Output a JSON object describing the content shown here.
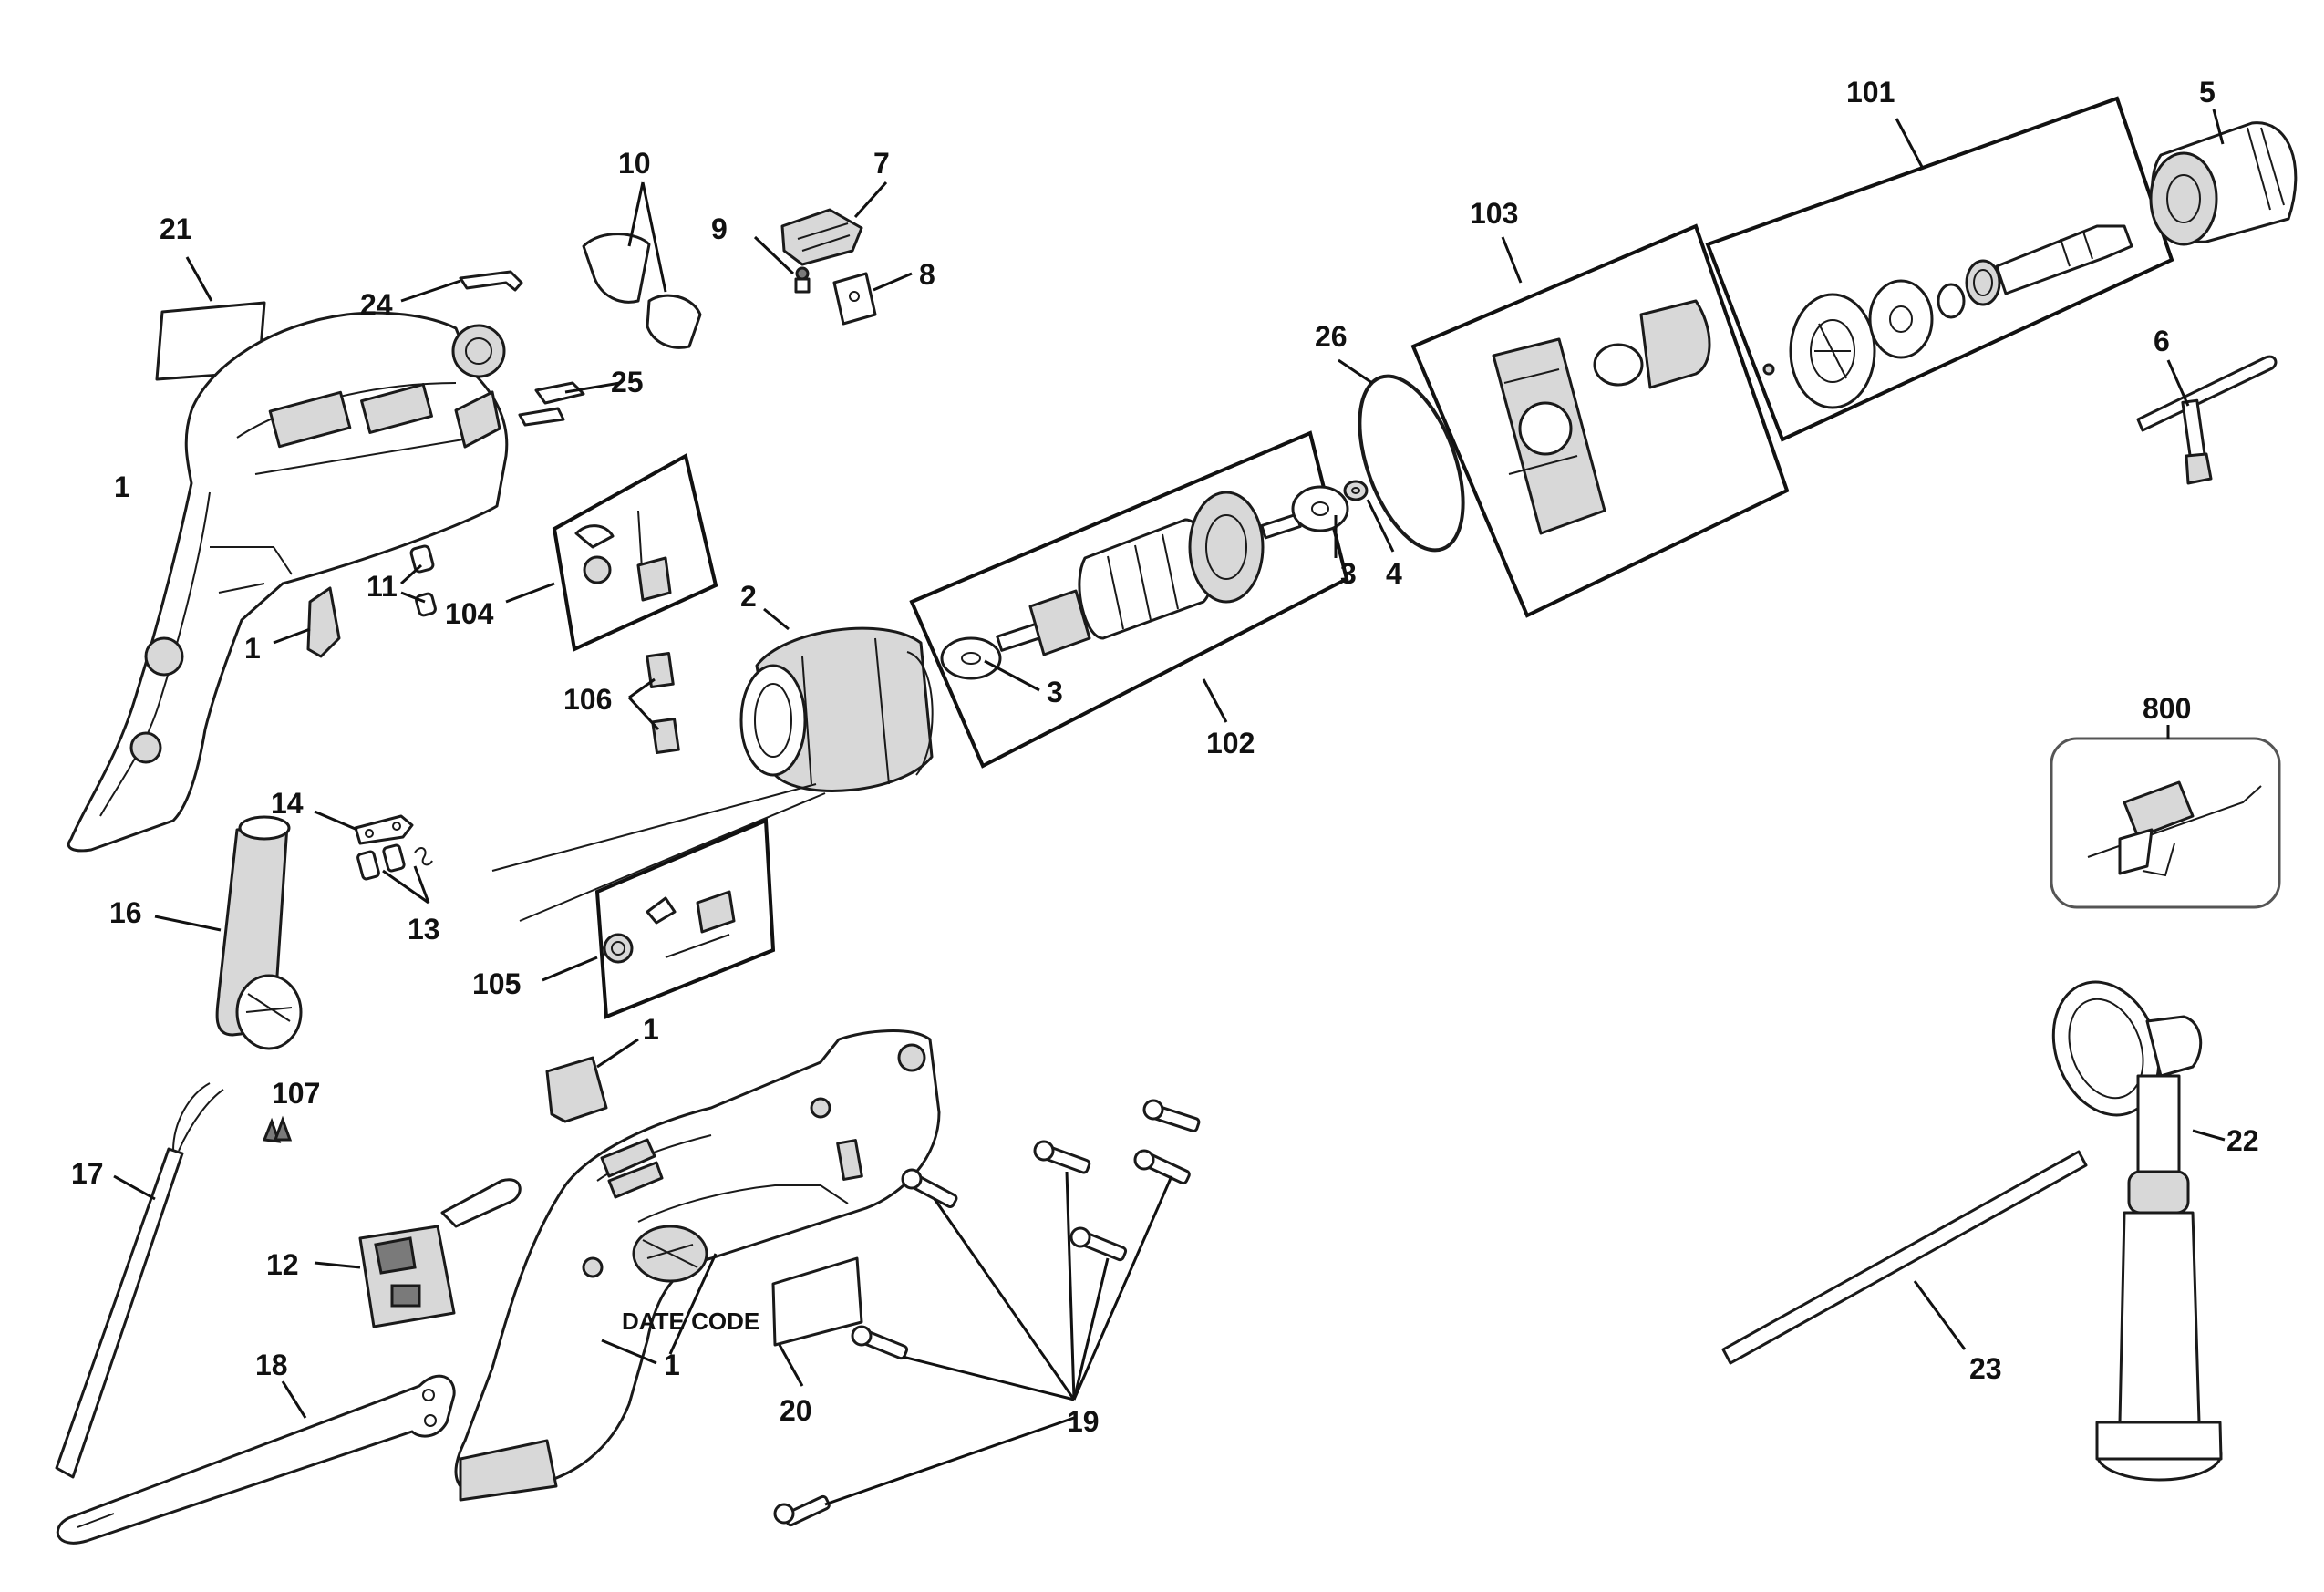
{
  "diagram": {
    "labels": {
      "l1_top": "1",
      "l1_small": "1",
      "l1_mid": "1",
      "l1_bottom": "1",
      "l2": "2",
      "l3_left": "3",
      "l3_right": "3",
      "l4": "4",
      "l5": "5",
      "l6": "6",
      "l7": "7",
      "l8": "8",
      "l9": "9",
      "l10": "10",
      "l11": "11",
      "l12": "12",
      "l13": "13",
      "l14": "14",
      "l16": "16",
      "l17": "17",
      "l18": "18",
      "l19": "19",
      "l20": "20",
      "l21": "21",
      "l22": "22",
      "l23": "23",
      "l24": "24",
      "l25": "25",
      "l26": "26",
      "l101": "101",
      "l102": "102",
      "l103": "103",
      "l104": "104",
      "l105": "105",
      "l106": "106",
      "l107": "107",
      "l800": "800",
      "date_code": "DATE CODE"
    }
  }
}
